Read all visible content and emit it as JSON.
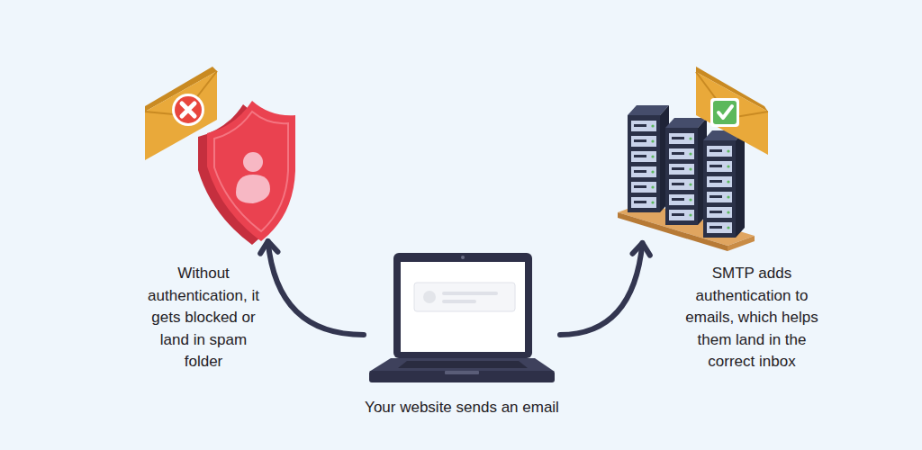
{
  "diagram": {
    "nodes": [
      {
        "text": [
          "Without authentication, it gets blocked or land in spam folder"
        ]
      },
      {
        "text": [
          "Your website sends an email"
        ]
      },
      {
        "text": [
          "SMTP adds authentication to emails, which helps them land in the correct inbox"
        ]
      }
    ],
    "edges": [
      {
        "from": 1,
        "to": 0,
        "arrow": "to"
      },
      {
        "from": 1,
        "to": 2,
        "arrow": "to"
      }
    ]
  }
}
